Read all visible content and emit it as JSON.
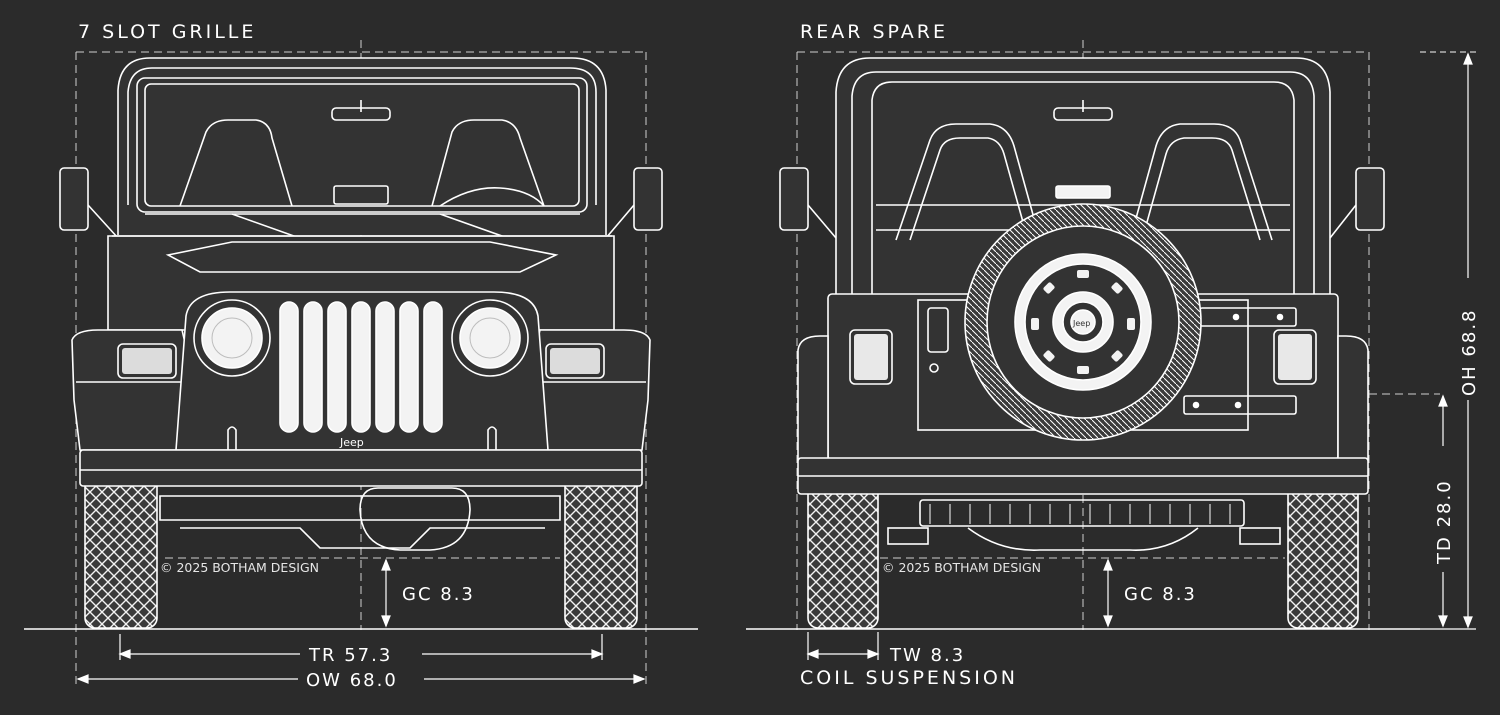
{
  "front": {
    "title": "7 SLOT GRILLE",
    "brand": "Jeep",
    "copyright": "© 2025 BOTHAM DESIGN",
    "dims": {
      "gc": "GC 8.3",
      "tr": "TR 57.3",
      "ow": "OW 68.0"
    }
  },
  "rear": {
    "title": "REAR SPARE",
    "brand": "Jeep",
    "copyright": "© 2025 BOTHAM DESIGN",
    "dims": {
      "gc": "GC 8.3",
      "tw": "TW 8.3",
      "td": "TD 28.0",
      "oh": "OH 68.8"
    },
    "note": "COIL SUSPENSION"
  },
  "colors": {
    "background": "#2b2b2b",
    "line": "#ffffff",
    "fill": "#333333"
  }
}
